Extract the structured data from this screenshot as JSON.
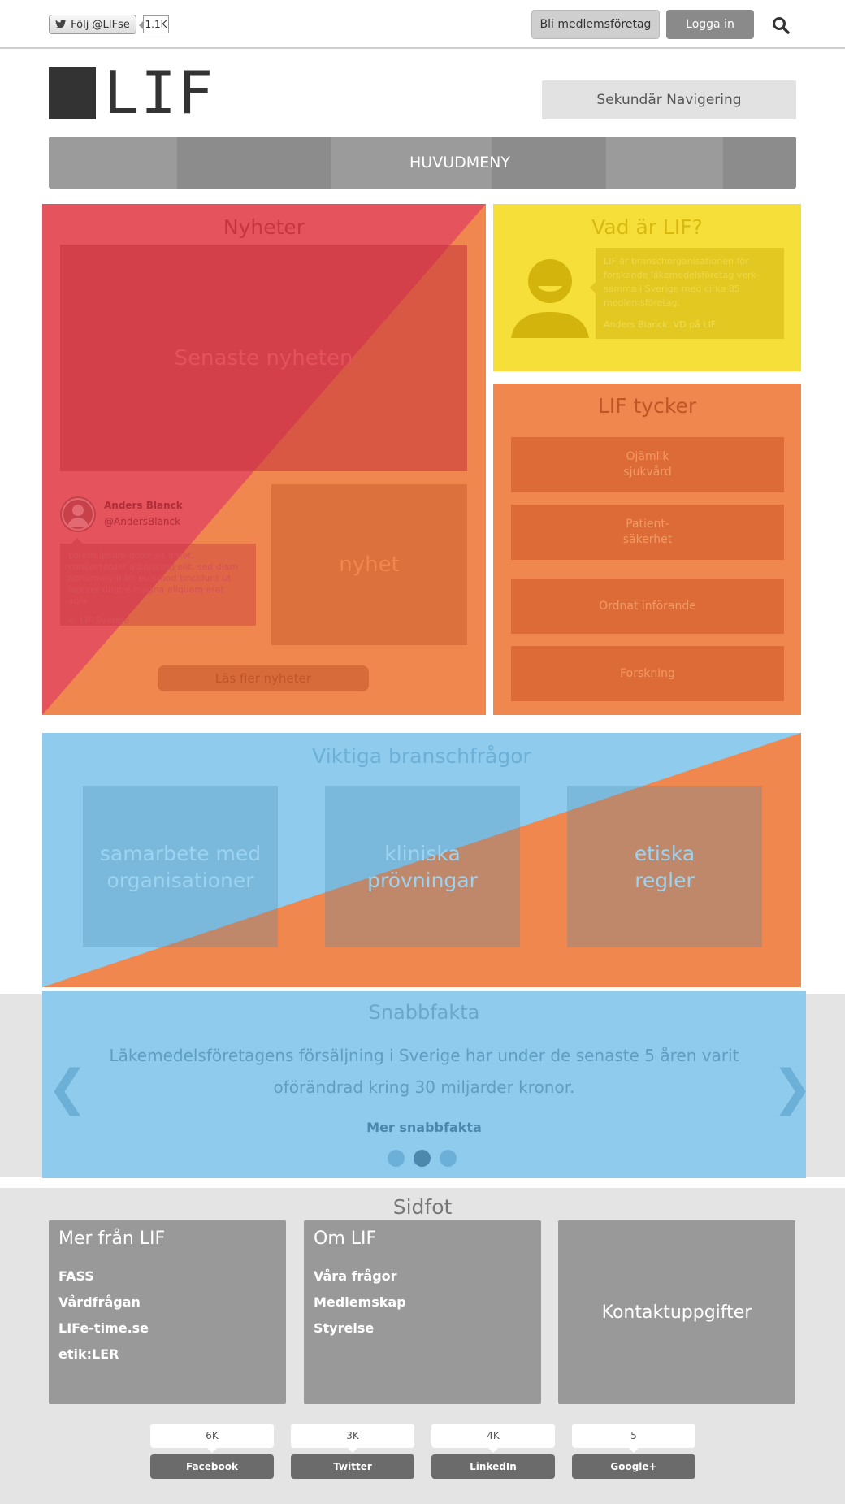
{
  "topbar": {
    "follow_label": "Följ @LIFse",
    "follow_count": "1.1K",
    "member_label": "Bli medlemsföretag",
    "login_label": "Logga in"
  },
  "header": {
    "logo_text": "LIF",
    "secondary_nav": "Sekundär Navigering",
    "main_menu": "HUVUDMENY"
  },
  "news": {
    "title": "Nyheter",
    "latest": "Senaste nyheten",
    "item": "nyhet",
    "tweet_name": "Anders Blanck",
    "tweet_handle": "@AndersBlanck",
    "tweet_text": "Lorem ipsum dolor sit amet, consectetuer adipiscing elit, sed diam nonummy nibh euismod tincidunt ut laoreet dolore magna aliquam erat volu.",
    "tweet_meta": "© LIF Sverige",
    "more_label": "Läs fler nyheter"
  },
  "whatlif": {
    "title": "Vad är LIF?",
    "quote": "LIF är branschorganisationen för forskande läkemedelsföretag verk-samma i Sverige med cirka 85 medlemsföretag.",
    "author": "Anders Blanck, VD på LIF"
  },
  "tycker": {
    "title": "LIF tycker",
    "items": [
      "Ojämlik\nsjukvård",
      "Patient-\nsäkerhet",
      "Ordnat införande",
      "Forskning"
    ]
  },
  "viktiga": {
    "title": "Viktiga branschfrågor",
    "items": [
      "samarbete med\norganisationer",
      "kliniska\nprövningar",
      "etiska\nregler"
    ]
  },
  "snabbfakta": {
    "title": "Snabbfakta",
    "text": "Läkemedelsföretagens försäljning i Sverige har under de senaste 5 åren varit oförändrad kring 30 miljarder kronor.",
    "more": "Mer snabbfakta",
    "prev": "❮",
    "next": "❯"
  },
  "footer": {
    "title": "Sidfot",
    "col1_title": "Mer från LIF",
    "col1_links": [
      "FASS",
      "Vårdfrågan",
      "LIFe-time.se",
      "etik:LER"
    ],
    "col2_title": "Om LIF",
    "col2_links": [
      "Våra frågor",
      "Medlemskap",
      "Styrelse"
    ],
    "col3_title": "Kontaktuppgifter",
    "shares": [
      {
        "count": "6K",
        "label": "Facebook"
      },
      {
        "count": "3K",
        "label": "Twitter"
      },
      {
        "count": "4K",
        "label": "LinkedIn"
      },
      {
        "count": "5",
        "label": "Google+"
      }
    ]
  },
  "colors": {
    "red": "#e5535d",
    "orange": "#f0874e",
    "yellow": "#f5df38",
    "blue": "#8fcbec",
    "gray": "#999999"
  }
}
